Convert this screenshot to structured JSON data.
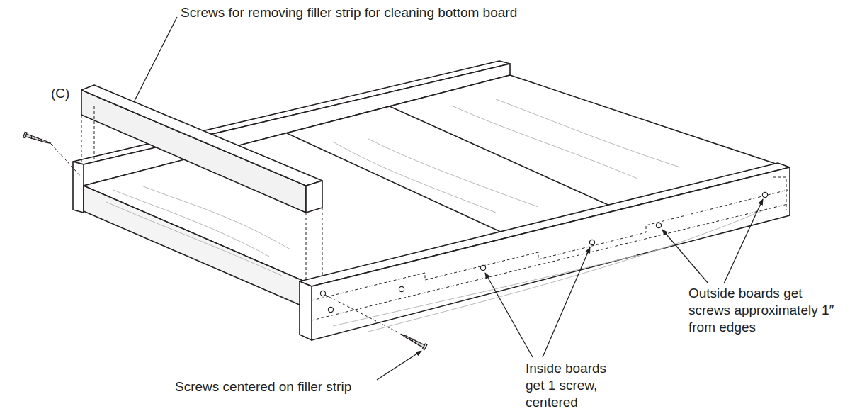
{
  "diagram": {
    "labels": [
      "(C)",
      "Screws for removing filler strip for cleaning bottom board",
      "Outside boards get screws approximately 1″ from edges",
      "Inside boards get 1 screw, centered",
      "Screws centered on filler strip"
    ]
  }
}
